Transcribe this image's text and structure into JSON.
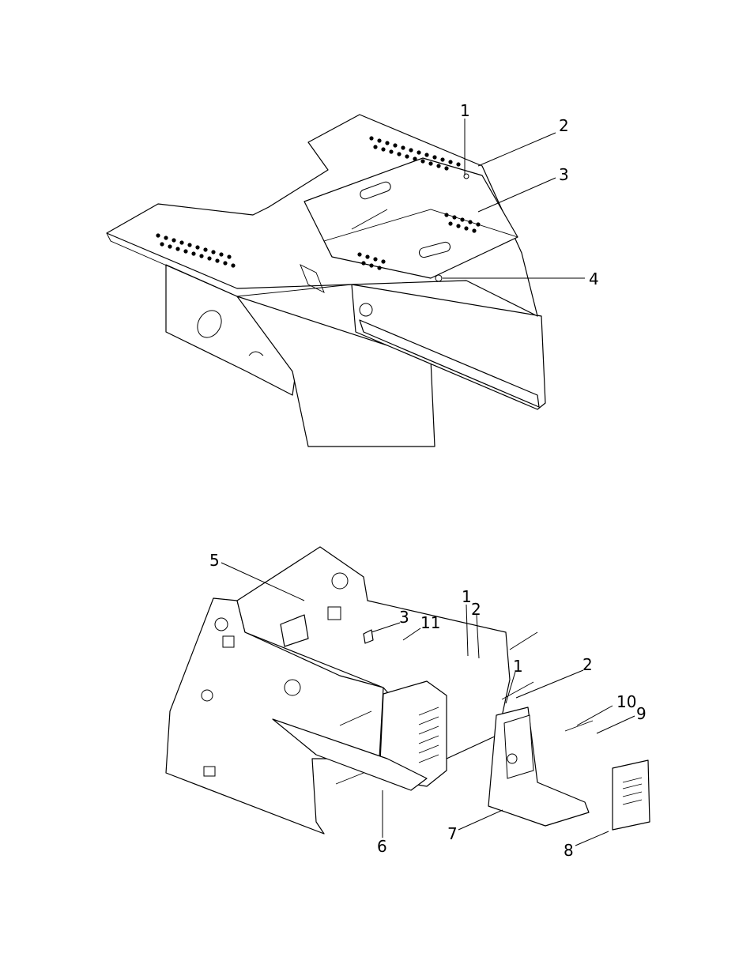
{
  "upper_view": {
    "callouts": [
      {
        "id": "u1",
        "label": "1"
      },
      {
        "id": "u2",
        "label": "2"
      },
      {
        "id": "u3",
        "label": "3"
      },
      {
        "id": "u4",
        "label": "4"
      }
    ]
  },
  "lower_view": {
    "callouts": [
      {
        "id": "l5",
        "label": "5"
      },
      {
        "id": "l1a",
        "label": "1"
      },
      {
        "id": "l2a",
        "label": "2"
      },
      {
        "id": "l3",
        "label": "3"
      },
      {
        "id": "l11",
        "label": "11"
      },
      {
        "id": "l1b",
        "label": "1"
      },
      {
        "id": "l2b",
        "label": "2"
      },
      {
        "id": "l10",
        "label": "10"
      },
      {
        "id": "l9",
        "label": "9"
      },
      {
        "id": "l6",
        "label": "6"
      },
      {
        "id": "l7",
        "label": "7"
      },
      {
        "id": "l8",
        "label": "8"
      }
    ]
  }
}
